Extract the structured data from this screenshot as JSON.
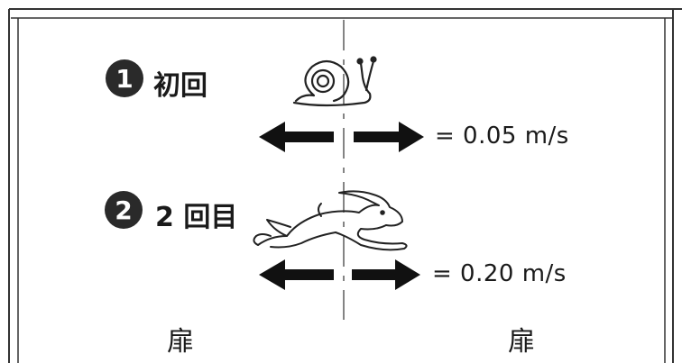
{
  "steps": [
    {
      "number": "1",
      "label": "初回",
      "animal_icon": "snail-icon",
      "speed": "= 0.05 m/s"
    },
    {
      "number": "2",
      "label": "2 回目",
      "animal_icon": "rabbit-icon",
      "speed": "= 0.20 m/s"
    }
  ],
  "doors": {
    "left": "扉",
    "right": "扉"
  },
  "colors": {
    "line": "#333333",
    "arrow": "#111111",
    "badge": "#2a2a2a",
    "background": "#ffffff"
  }
}
